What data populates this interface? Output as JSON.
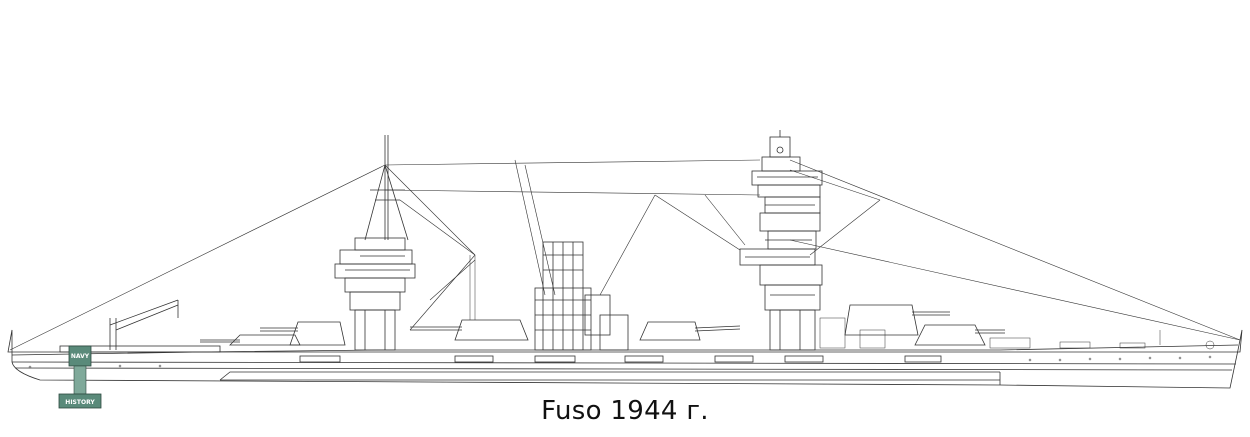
{
  "caption": "Fuso 1944 г.",
  "logo": {
    "top_text": "NAVY",
    "bottom_text": "HISTORY",
    "color": "#5a8a7a"
  },
  "colors": {
    "line": "#333333",
    "background": "#ffffff"
  }
}
